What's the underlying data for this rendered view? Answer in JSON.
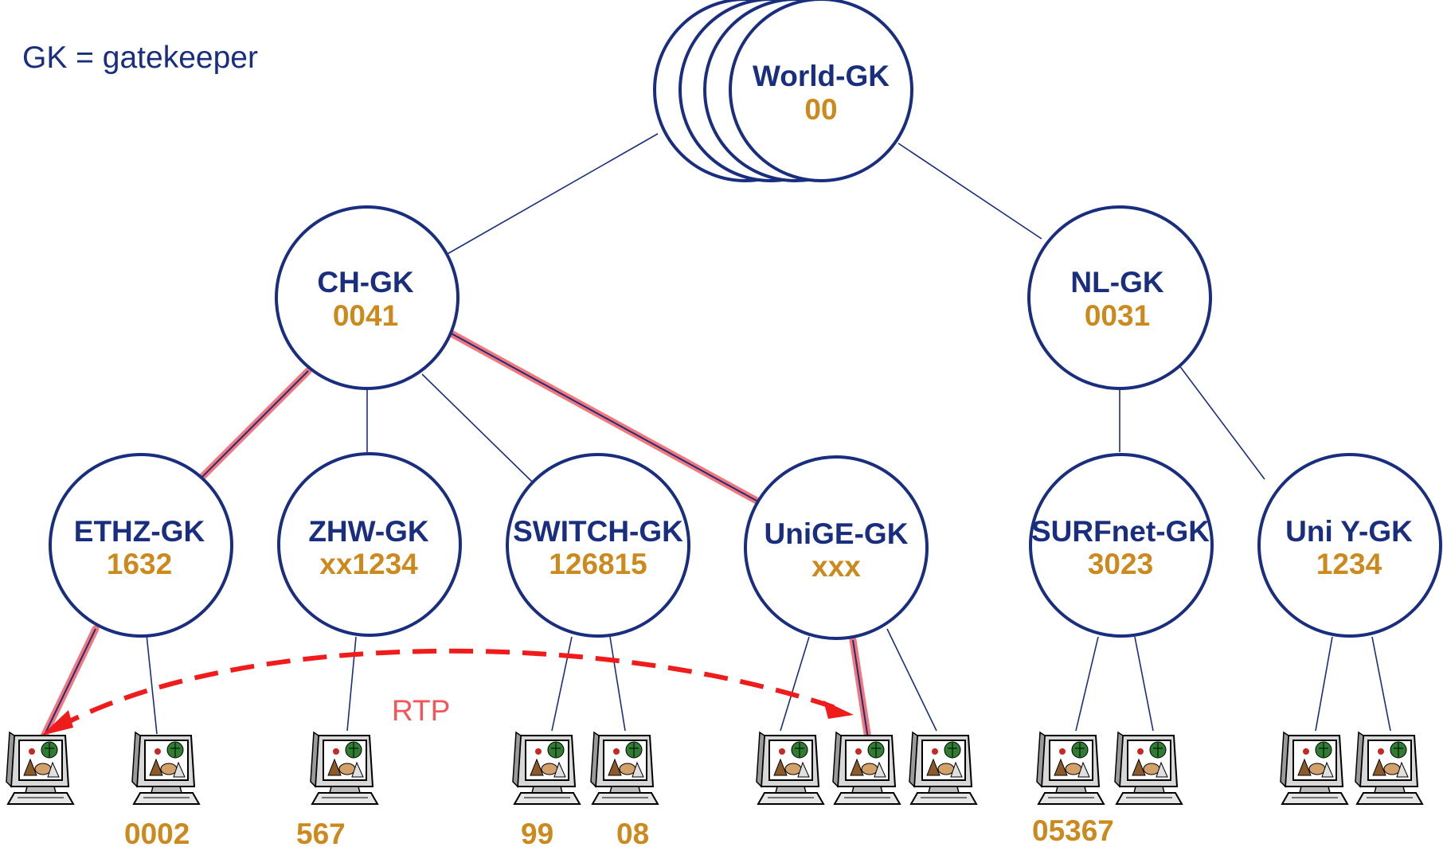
{
  "legend": "GK = gatekeeper",
  "rtp_label": "RTP",
  "colors": {
    "node_stroke": "#1a2e80",
    "name_text": "#1a2e80",
    "number_text": "#cc8a1e",
    "link": "#1a2e80",
    "path_highlight": "#f4767a",
    "rtp_arrow": "#f01c1c"
  },
  "gatekeepers": {
    "world": {
      "name": "World-GK",
      "number": "00"
    },
    "ch": {
      "name": "CH-GK",
      "number": "0041"
    },
    "nl": {
      "name": "NL-GK",
      "number": "0031"
    },
    "ethz": {
      "name": "ETHZ-GK",
      "number": "1632"
    },
    "zhw": {
      "name": "ZHW-GK",
      "number": "xx1234"
    },
    "switch": {
      "name": "SWITCH-GK",
      "number": "126815"
    },
    "unige": {
      "name": "UniGE-GK",
      "number": "xxx"
    },
    "surfnet": {
      "name": "SURFnet-GK",
      "number": "3023"
    },
    "uniy": {
      "name": "Uni Y-GK",
      "number": "1234"
    }
  },
  "terminal_numbers": [
    "0002",
    "567",
    "99",
    "08",
    "05367"
  ],
  "terminal_icon": "computer-terminal-icon"
}
